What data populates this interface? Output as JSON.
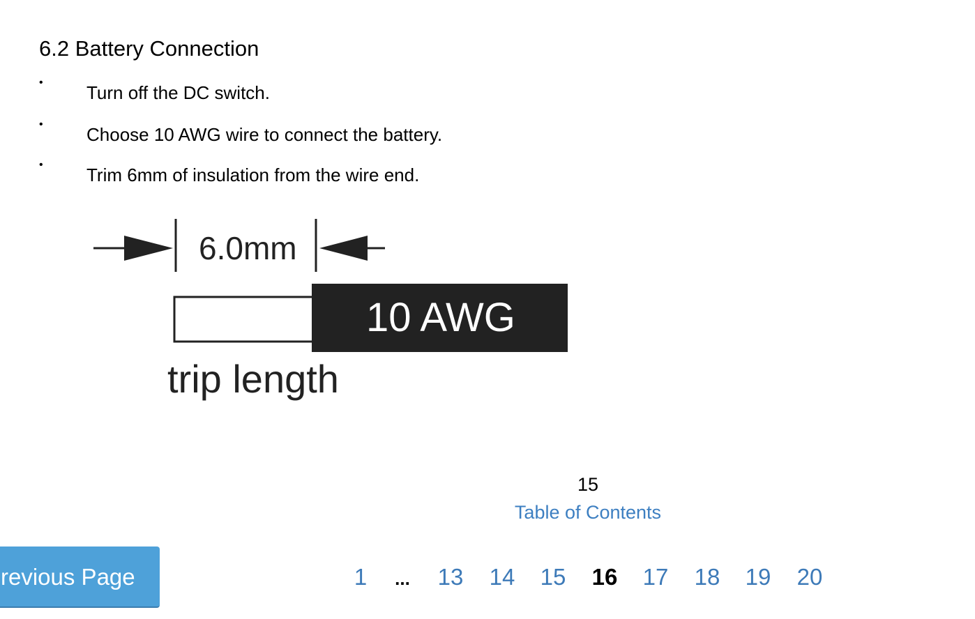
{
  "heading": "6.2 Battery Connection",
  "bullets": [
    "Turn off the DC switch.",
    "Choose 10 AWG wire to connect the battery.",
    "Trim 6mm of insulation from the wire end."
  ],
  "figure": {
    "dimension": "6.0mm",
    "wire_label": "10 AWG",
    "caption": "trip length"
  },
  "page_number": "15",
  "toc_link": "Table of Contents",
  "prev_button": "Previous Page",
  "pagination": [
    {
      "label": "1",
      "current": false
    },
    {
      "label": "...",
      "current": false,
      "ellipsis": true
    },
    {
      "label": "13",
      "current": false
    },
    {
      "label": "14",
      "current": false
    },
    {
      "label": "15",
      "current": false
    },
    {
      "label": "16",
      "current": true
    },
    {
      "label": "17",
      "current": false
    },
    {
      "label": "18",
      "current": false
    },
    {
      "label": "19",
      "current": false
    },
    {
      "label": "20",
      "current": false
    }
  ],
  "colors": {
    "link": "#3d7ab8",
    "button": "#4ea1d9"
  }
}
